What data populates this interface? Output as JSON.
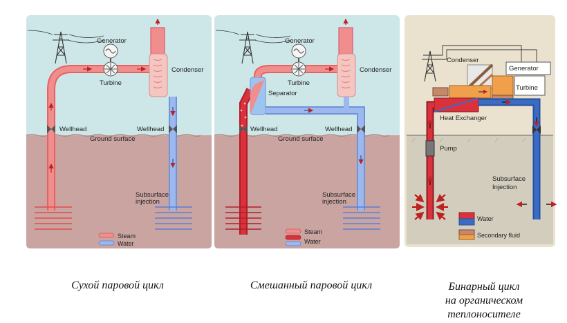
{
  "panels": {
    "dry": {
      "generator": "Generator",
      "turbine": "Turbine",
      "condenser": "Condenser",
      "wellhead_left": "Wellhead",
      "wellhead_right": "Wellhead",
      "ground": "Ground surface",
      "subsurface_1": "Subsurface",
      "subsurface_2": "injection",
      "legend_steam": "Steam",
      "legend_water": "Water"
    },
    "flash": {
      "generator": "Generator",
      "turbine": "Turbine",
      "condenser": "Condenser",
      "separator": "Separator",
      "wellhead_left": "Wellhead",
      "wellhead_right": "Wellhead",
      "ground": "Ground surface",
      "subsurface_1": "Subsurface",
      "subsurface_2": "injection",
      "legend_steam": "Steam",
      "legend_water": "Water"
    },
    "binary": {
      "condenser": "Condenser",
      "generator": "Generator",
      "turbine": "Turbine",
      "heat_exchanger": "Heat Exchanger",
      "pump": "Pump",
      "subsurface_1": "Subsurface",
      "subsurface_2": "Injection",
      "legend_water": "Water",
      "legend_secondary": "Secondary fluid"
    }
  },
  "captions": {
    "dry": "Сухой паровой цикл",
    "flash": "Смешанный паровой цикл",
    "binary_1": "Бинарный цикл",
    "binary_2": "на органическом",
    "binary_3": "теплоносителе"
  },
  "colors": {
    "sky": "#cde6e8",
    "ground": "#c9a4a0",
    "binary_bg": "#eae2cf",
    "binary_ground": "#d3cdbd",
    "steam": "#f08e8e",
    "water": "#9cb8ef",
    "hot_water": "#d9323c",
    "blue_pipe": "#3b6cc4",
    "secondary": "#f0a04a"
  }
}
